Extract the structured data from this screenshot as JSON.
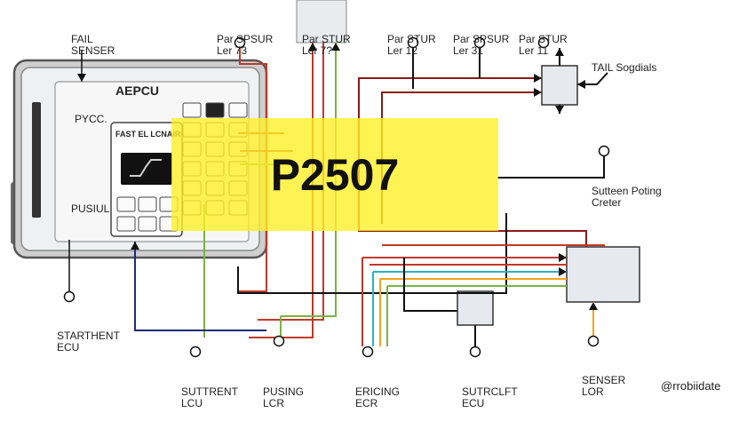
{
  "diagram": {
    "code": "P2507",
    "ecu_title": "AEPCU",
    "panel_label_top": "PYCC.",
    "panel_label_bottom": "PUSIUL",
    "screen_header": "FAST EL LCNAIR",
    "labels": {
      "fail_sensor": [
        "FAIL",
        "SENSER"
      ],
      "par_a": [
        "Par SPSUR",
        "Ler 73"
      ],
      "par_b": [
        "Par STUR",
        "Ler 7?"
      ],
      "par_c": [
        "Par STUR",
        "Ler 12"
      ],
      "par_d": [
        "Par SPSUR",
        "Ler 31"
      ],
      "par_e": [
        "Par STUR",
        "Ler 11"
      ],
      "tail_signals": [
        "TAIL Sogdials"
      ],
      "sutteen": [
        "Sutteen Poting",
        "Creter"
      ],
      "starthent": [
        "STARTHENT",
        "ECU"
      ],
      "suttrent": [
        "SUTTRENT",
        "LCU"
      ],
      "pusing": [
        "PUSING",
        "LCR"
      ],
      "ericing": [
        "ERICING",
        "ECR"
      ],
      "sutrclft": [
        "SUTRCLFT",
        "ECU"
      ],
      "sensor_lor": [
        "SENSER",
        "LOR"
      ]
    },
    "watermark": "@rrobiidate",
    "colors": {
      "highlight": "#fff028",
      "wire_red": "#c0392b",
      "wire_darkred": "#8b1a1a",
      "wire_green": "#7cb342",
      "wire_navy": "#1f2a7a",
      "wire_cyan": "#26b5c9",
      "wire_orange": "#f2a31b",
      "wire_black": "#111111"
    }
  }
}
